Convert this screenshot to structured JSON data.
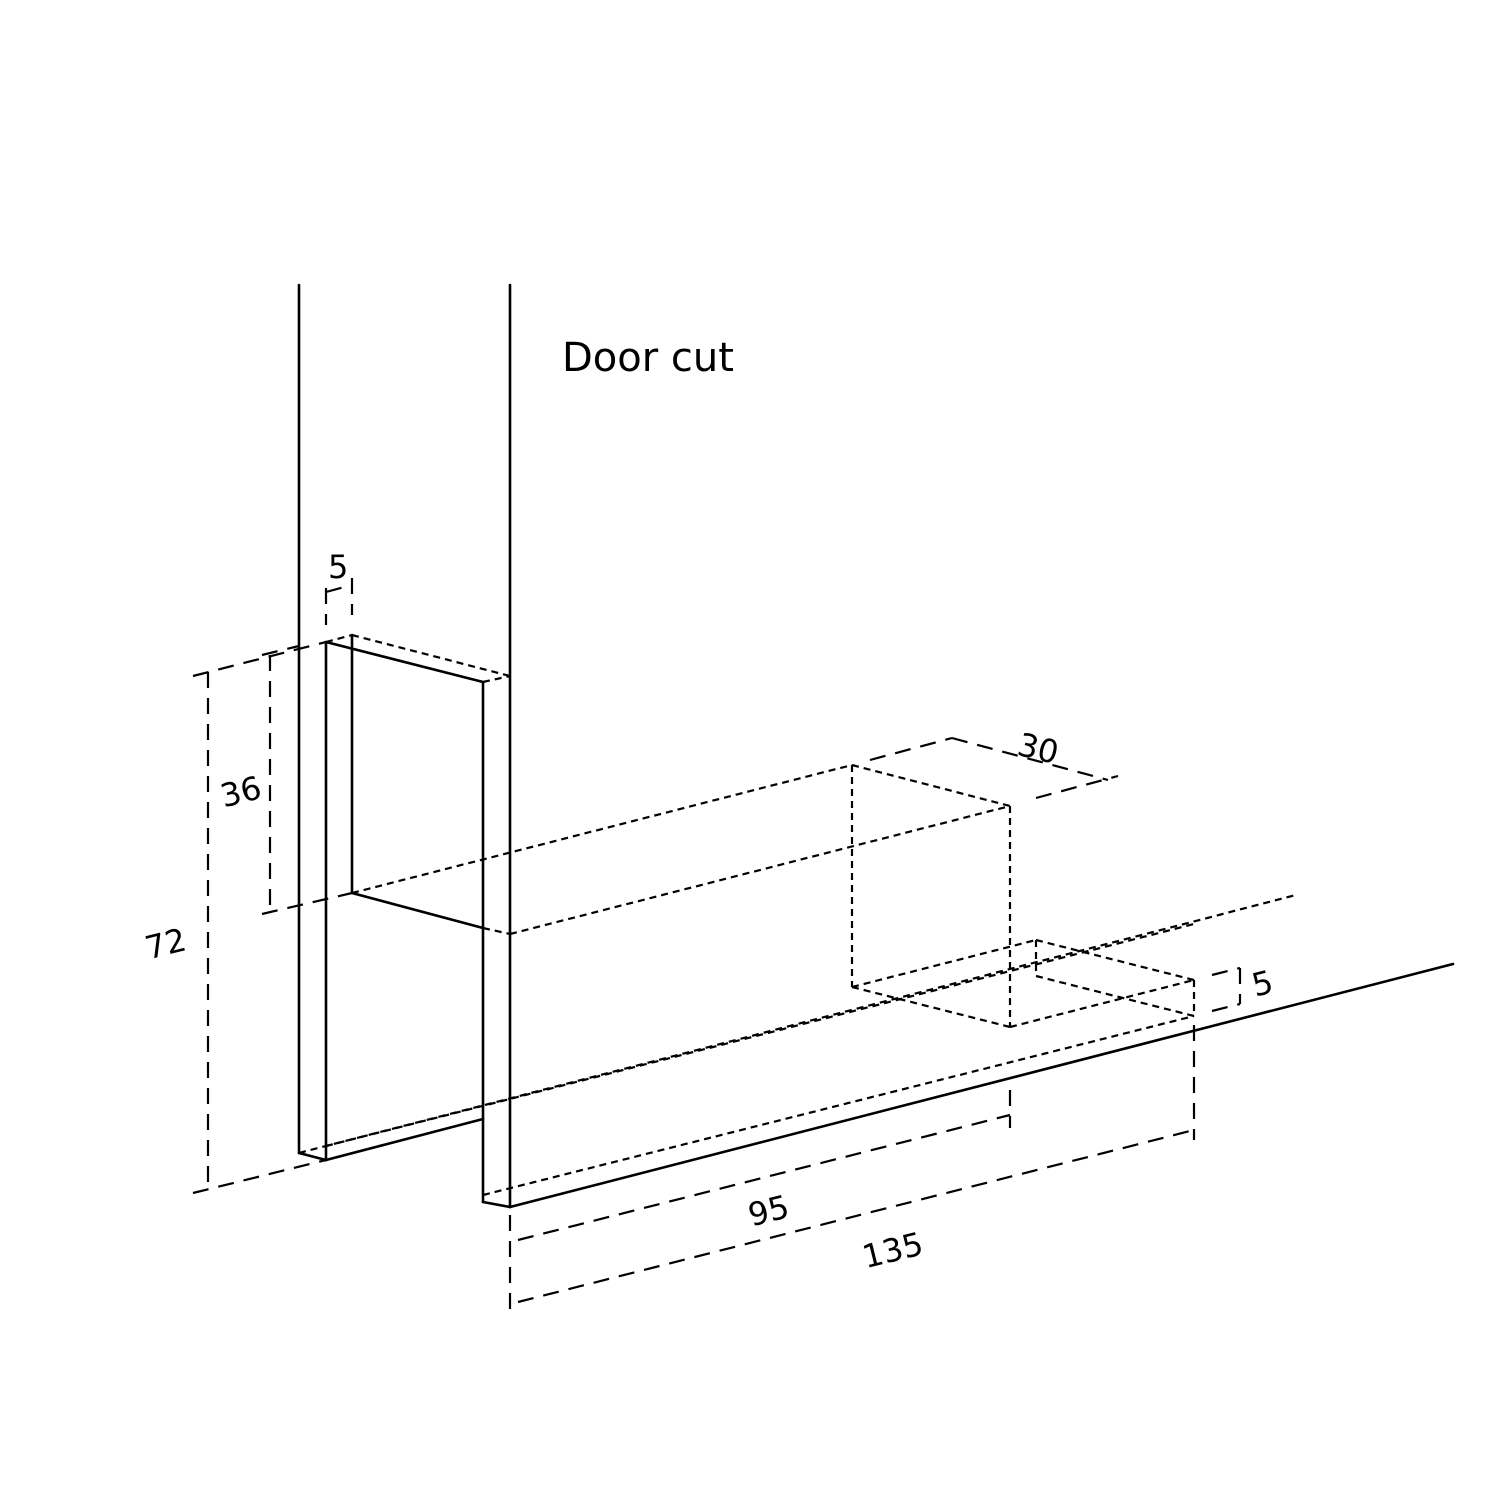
{
  "title": "Door cut",
  "dimensions": {
    "slot_width": "5",
    "depth": "30",
    "bottom_thickness": "5",
    "height_inner": "36",
    "height_total": "72",
    "length_short": "95",
    "length_long": "135"
  },
  "colors": {
    "line": "#000000",
    "background": "#ffffff"
  }
}
